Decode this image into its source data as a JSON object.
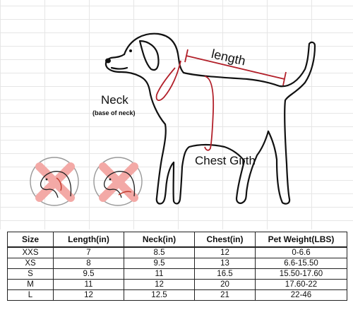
{
  "labels": {
    "length": "length",
    "neck": "Neck",
    "neck_note": "(base of neck)",
    "chest": "Chest Girth"
  },
  "colors": {
    "measure_line": "#b2202a",
    "wrong_x": "#f3a9a6",
    "outline": "#111111"
  },
  "icons": [
    "dog-head-wrong-collar-icon",
    "dog-head-wrong-collar-icon-2",
    "dog-silhouette-icon"
  ],
  "table": {
    "headers": [
      "Size",
      "Length(in)",
      "Neck(in)",
      "Chest(in)",
      "Pet Weight(LBS)"
    ],
    "rows": [
      [
        "XXS",
        "7",
        "8.5",
        "12",
        "0-6.6"
      ],
      [
        "XS",
        "8",
        "9.5",
        "13",
        "6.6-15.50"
      ],
      [
        "S",
        "9.5",
        "11",
        "16.5",
        "15.50-17.60"
      ],
      [
        "M",
        "11",
        "12",
        "20",
        "17.60-22"
      ],
      [
        "L",
        "12",
        "12.5",
        "21",
        "22-46"
      ]
    ]
  }
}
